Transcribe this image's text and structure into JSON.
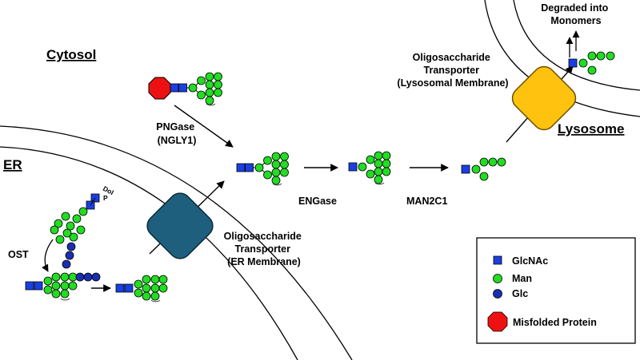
{
  "labels": {
    "cytosol": "Cytosol",
    "er": "ER",
    "lysosome": "Lysosome",
    "pngase": "PNGase",
    "ngly1": "(NGLY1)",
    "engase": "ENGase",
    "man2c1": "MAN2C1",
    "ost": "OST",
    "dol": "Dol",
    "dol_p": "P",
    "er_transporter": [
      "Oligosaccharide",
      "Transporter",
      "(ER Membrane)"
    ],
    "lyso_transporter": [
      "Oligosaccharide",
      "Transporter",
      "(Lysosomal Membrane)"
    ],
    "degraded": [
      "Degraded into",
      "Monomers"
    ]
  },
  "legend": {
    "items": [
      {
        "icon": "blue-square-icon",
        "label": "GlcNAc"
      },
      {
        "icon": "green-circle-icon",
        "label": "Man"
      },
      {
        "icon": "dark-blue-circle-icon",
        "label": "Glc"
      },
      {
        "icon": "red-octagon-icon",
        "label": "Misfolded Protein"
      }
    ]
  },
  "colors": {
    "glcnac": "#1a3fe0",
    "man": "#22dd22",
    "glc": "#1a2fb0",
    "misfolded_protein": "#ee1111",
    "er_transporter": "#1e5f7e",
    "lyso_transporter": "#ffc20e"
  }
}
